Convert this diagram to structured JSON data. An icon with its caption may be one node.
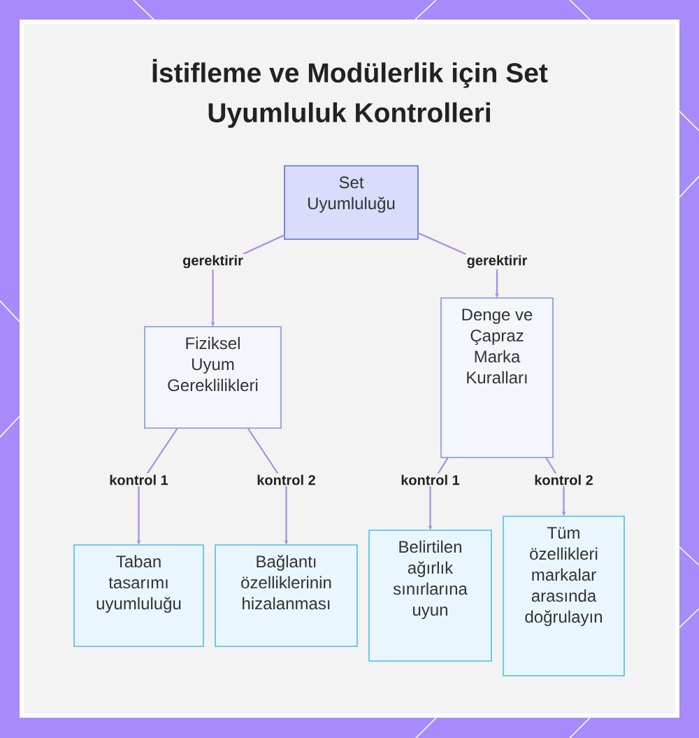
{
  "diagram": {
    "title": "İstifleme ve Modülerlik için Set Uyumluluk Kontrolleri",
    "nodes": [
      {
        "text": [
          "Set Uyumluluğu"
        ]
      },
      {
        "text": [
          "Fiziksel Uyum Gereklilikleri"
        ]
      },
      {
        "text": [
          "Denge ve Çapraz Marka Kuralları"
        ]
      },
      {
        "text": [
          "Taban tasarımı uyumluluğu"
        ]
      },
      {
        "text": [
          "Bağlantı özelliklerinin hizalanması"
        ]
      },
      {
        "text": [
          "Belirtilen ağırlık sınırlarına uyun"
        ]
      },
      {
        "text": [
          "Tüm özellikleri markalar arasında doğrulayın"
        ]
      }
    ],
    "edges": [
      {
        "from": 0,
        "to": 1,
        "arrow": "to",
        "label": "gerektirir"
      },
      {
        "from": 0,
        "to": 2,
        "arrow": "to",
        "label": "gerektirir"
      },
      {
        "from": 1,
        "to": 3,
        "arrow": "to",
        "label": "kontrol 1"
      },
      {
        "from": 1,
        "to": 4,
        "arrow": "to",
        "label": "kontrol 2"
      },
      {
        "from": 2,
        "to": 5,
        "arrow": "to",
        "label": "kontrol 1"
      },
      {
        "from": 2,
        "to": 6,
        "arrow": "to",
        "label": "kontrol 2"
      }
    ]
  }
}
